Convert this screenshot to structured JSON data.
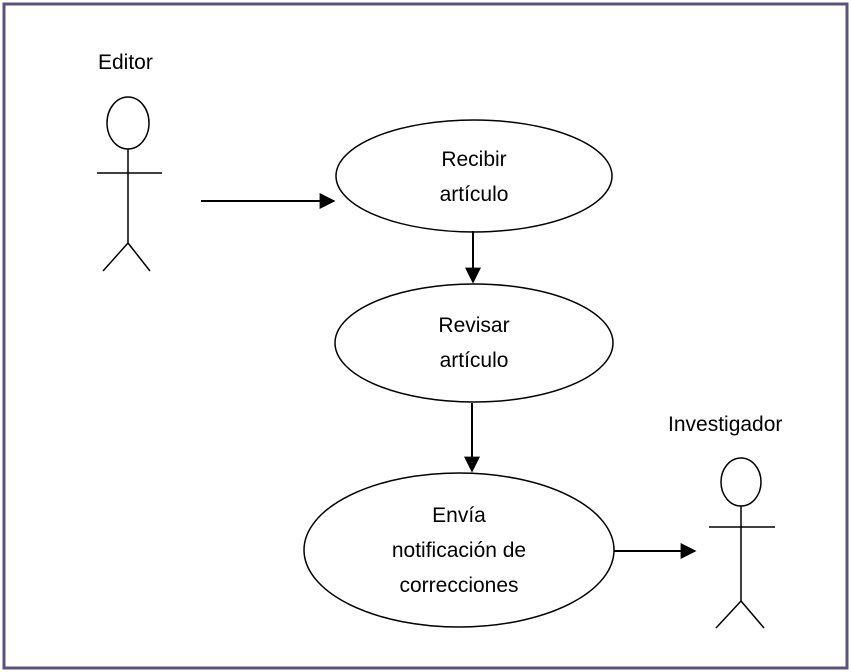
{
  "diagram": {
    "actors": [
      {
        "id": "editor",
        "label": "Editor"
      },
      {
        "id": "investigador",
        "label": "Investigador"
      }
    ],
    "use_cases": [
      {
        "id": "uc1",
        "lines": [
          "Recibir",
          "artículo"
        ]
      },
      {
        "id": "uc2",
        "lines": [
          "Revisar",
          "artículo"
        ]
      },
      {
        "id": "uc3",
        "lines": [
          "Envía",
          "notificación de",
          "correcciones"
        ]
      }
    ],
    "colors": {
      "frame": "#5c5378",
      "stroke": "#000000",
      "background": "#ffffff"
    }
  }
}
